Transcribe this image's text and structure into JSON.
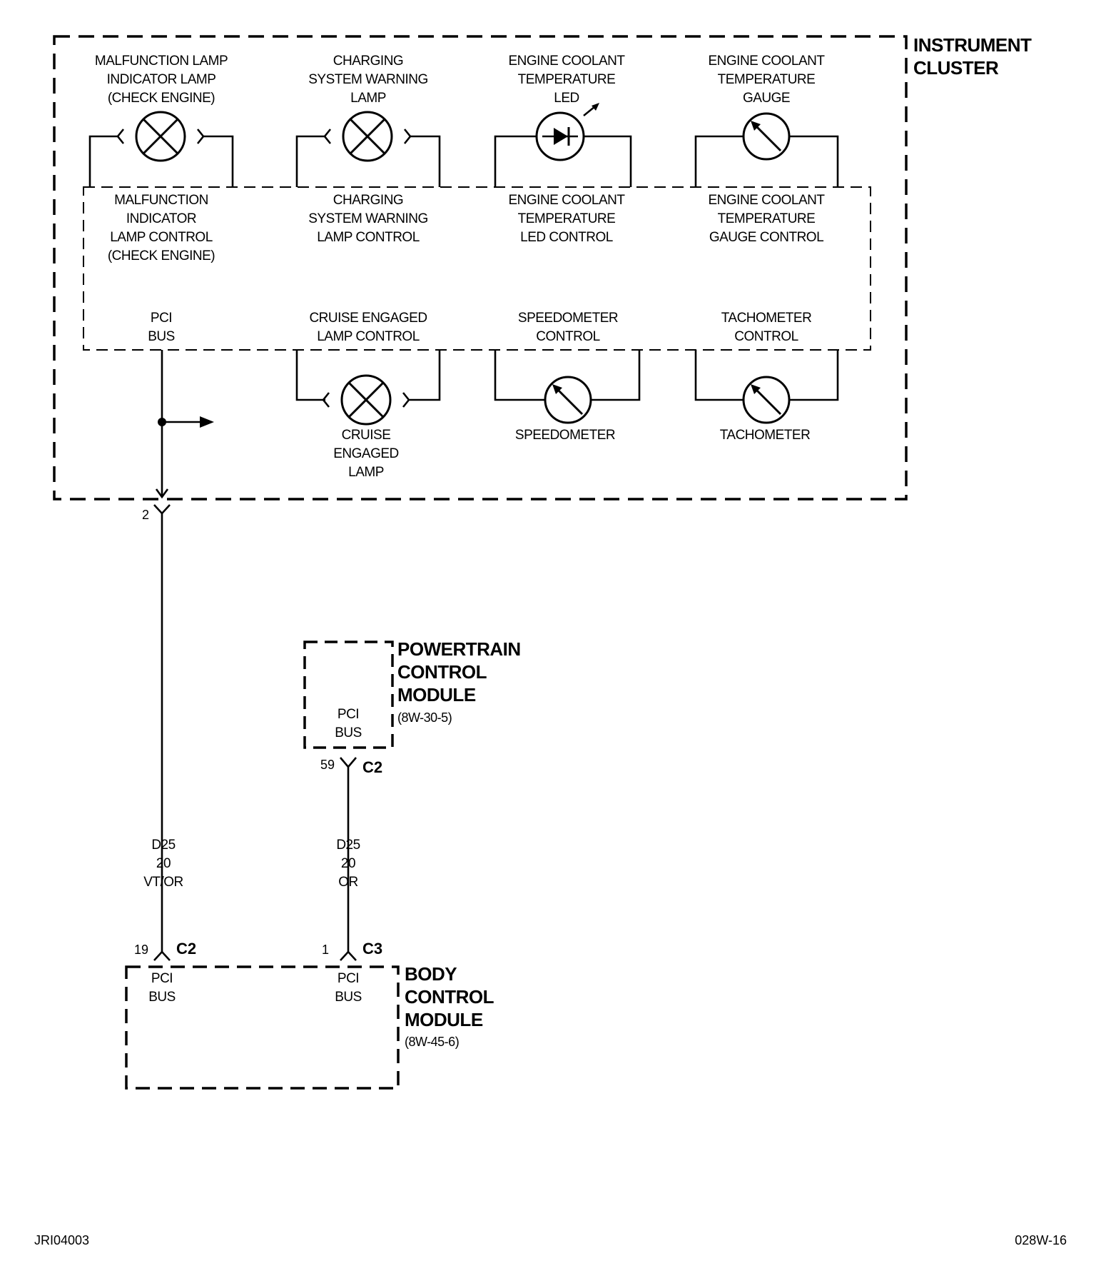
{
  "modules": {
    "instrument_cluster": {
      "line1": "INSTRUMENT",
      "line2": "CLUSTER"
    },
    "powertrain_control_module": {
      "line1": "POWERTRAIN",
      "line2": "CONTROL",
      "line3": "MODULE",
      "ref": "(8W-30-5)"
    },
    "body_control_module": {
      "line1": "BODY",
      "line2": "CONTROL",
      "line3": "MODULE",
      "ref": "(8W-45-6)"
    }
  },
  "components": {
    "mil_lamp": [
      "MALFUNCTION LAMP",
      "INDICATOR LAMP",
      "(CHECK ENGINE)"
    ],
    "charging_lamp": [
      "CHARGING",
      "SYSTEM WARNING",
      "LAMP"
    ],
    "coolant_led": [
      "ENGINE COOLANT",
      "TEMPERATURE",
      "LED"
    ],
    "coolant_gauge": [
      "ENGINE COOLANT",
      "TEMPERATURE",
      "GAUGE"
    ],
    "mil_control": [
      "MALFUNCTION",
      "INDICATOR",
      "LAMP CONTROL",
      "(CHECK ENGINE)"
    ],
    "charging_control": [
      "CHARGING",
      "SYSTEM WARNING",
      "LAMP CONTROL"
    ],
    "coolant_led_control": [
      "ENGINE COOLANT",
      "TEMPERATURE",
      "LED CONTROL"
    ],
    "coolant_gauge_control": [
      "ENGINE COOLANT",
      "TEMPERATURE",
      "GAUGE CONTROL"
    ],
    "ic_pci_bus": [
      "PCI",
      "BUS"
    ],
    "cruise_control": [
      "CRUISE ENGAGED",
      "LAMP CONTROL"
    ],
    "speedometer_control": [
      "SPEEDOMETER",
      "CONTROL"
    ],
    "tachometer_control": [
      "TACHOMETER",
      "CONTROL"
    ],
    "cruise_lamp": [
      "CRUISE",
      "ENGAGED",
      "LAMP"
    ],
    "speedometer": [
      "SPEEDOMETER"
    ],
    "tachometer": [
      "TACHOMETER"
    ]
  },
  "pcm_pci_bus": [
    "PCI",
    "BUS"
  ],
  "bcm_pci_bus_c2": [
    "PCI",
    "BUS"
  ],
  "bcm_pci_bus_c3": [
    "PCI",
    "BUS"
  ],
  "connectors": {
    "ic_pin": "2",
    "pcm_pin": "59",
    "pcm_conn": "C2",
    "bcm_c2_pin": "19",
    "bcm_c2_conn": "C2",
    "bcm_c3_pin": "1",
    "bcm_c3_conn": "C3"
  },
  "wires": {
    "left": [
      "D25",
      "20",
      "VT/OR"
    ],
    "right": [
      "D25",
      "20",
      "OR"
    ]
  },
  "footer": {
    "left": "JRI04003",
    "right": "028W-16"
  }
}
